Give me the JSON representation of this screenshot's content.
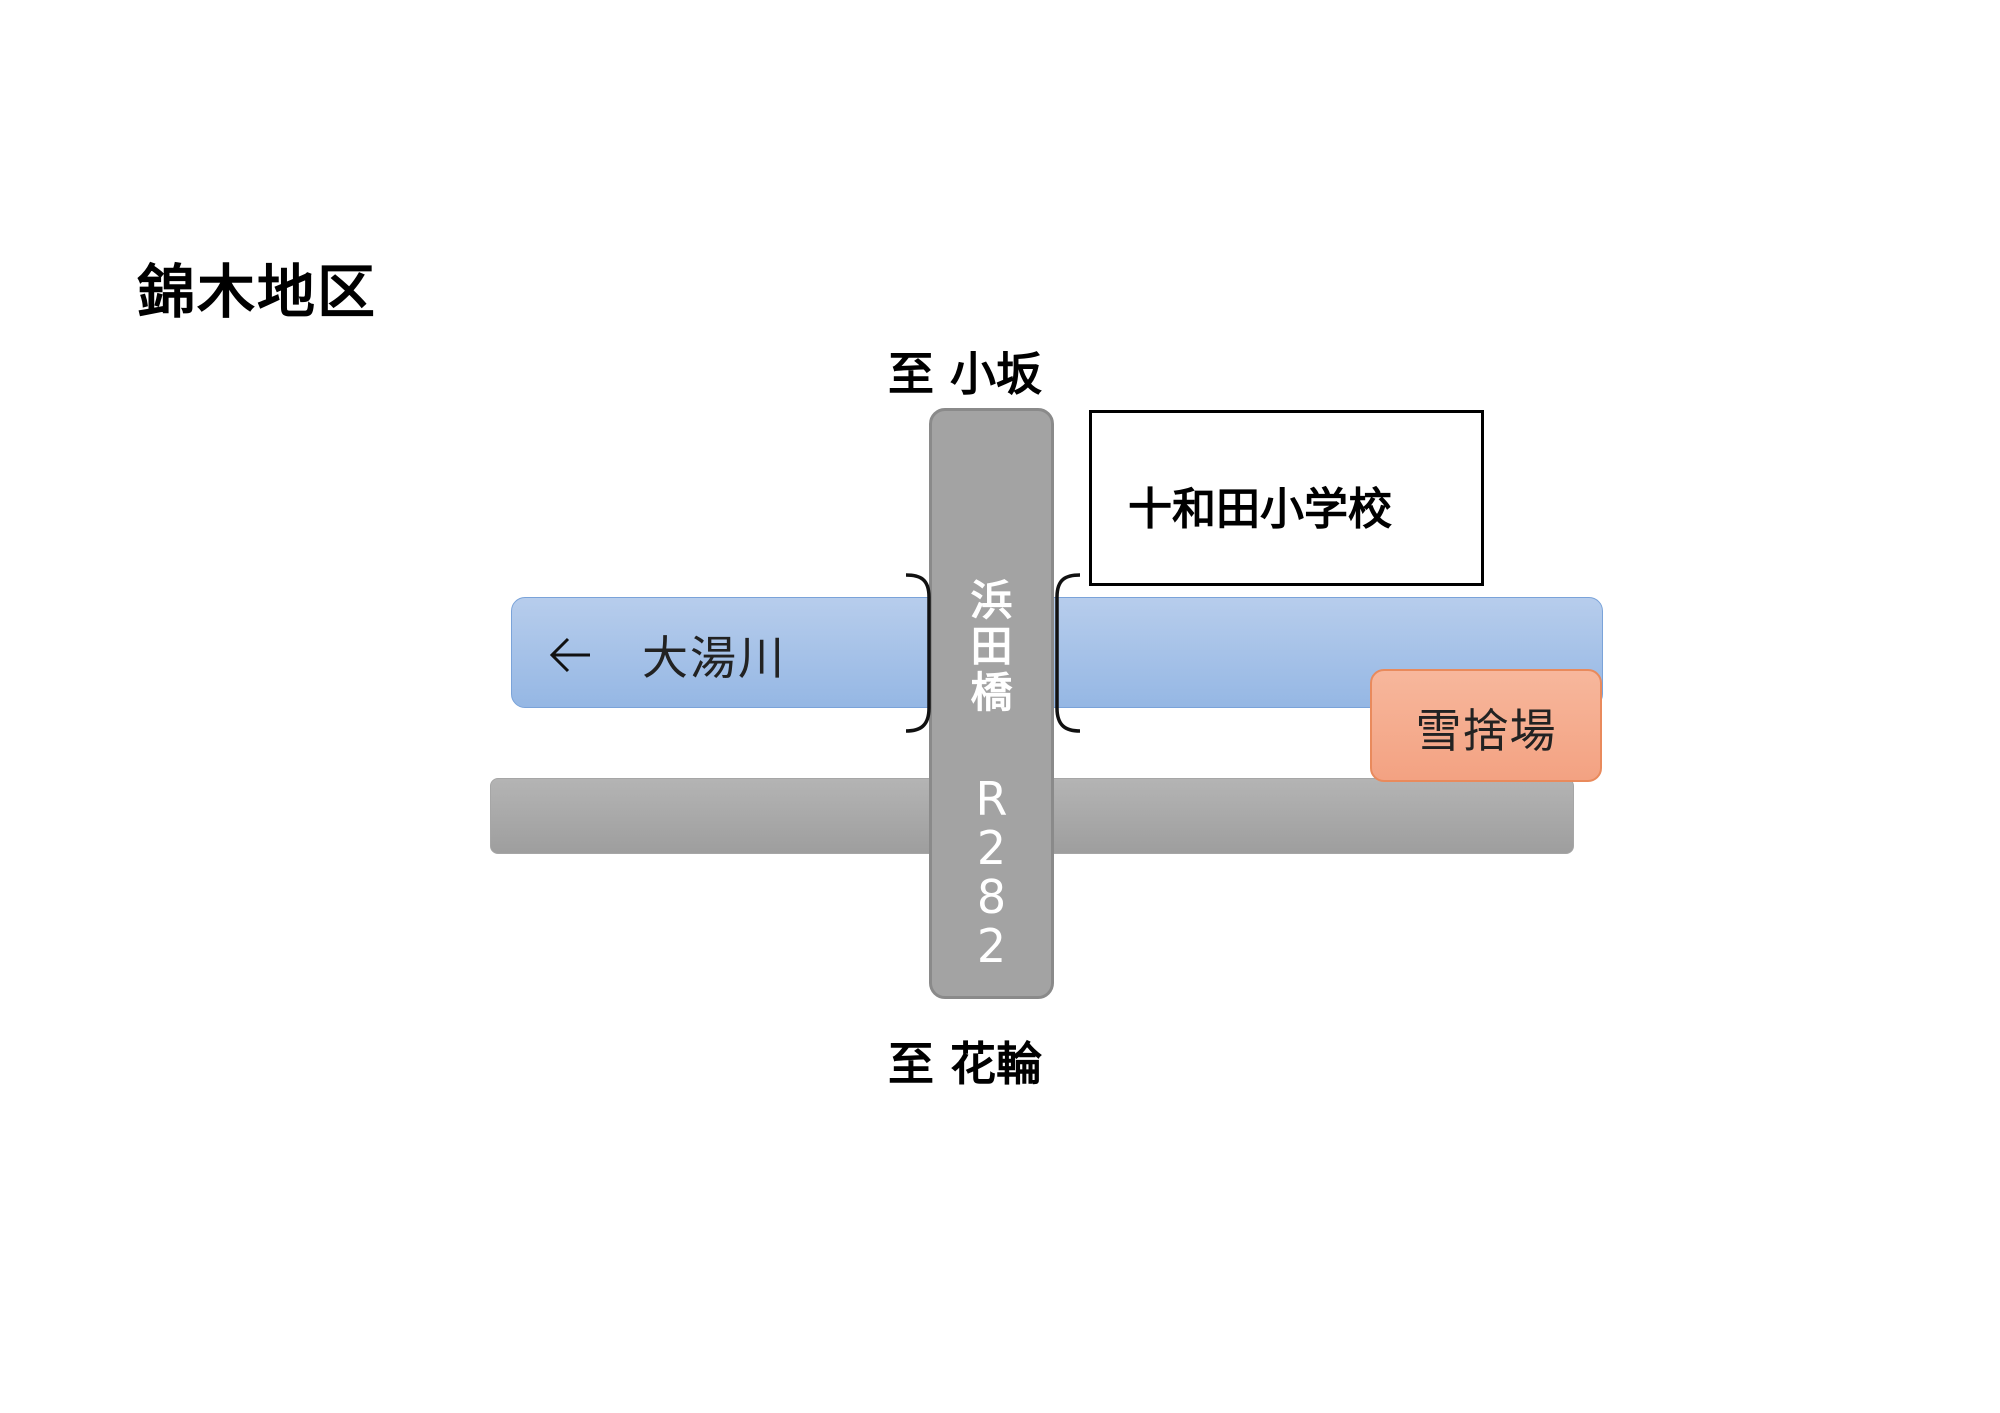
{
  "title": "錦木地区",
  "destinations": {
    "north": "至 小坂",
    "south": "至 花輪"
  },
  "river": {
    "name": "大湯川",
    "flow_icon": "left-arrow-icon",
    "color": "#95b7e4"
  },
  "bridge": {
    "chars": [
      "浜",
      "田",
      "橋"
    ]
  },
  "route": {
    "chars": [
      "R",
      "2",
      "8",
      "2"
    ],
    "color": "#a3a3a3"
  },
  "school": {
    "name": "十和田小学校"
  },
  "snow_dump": {
    "name": "雪捨場",
    "color": "#f3a282"
  }
}
